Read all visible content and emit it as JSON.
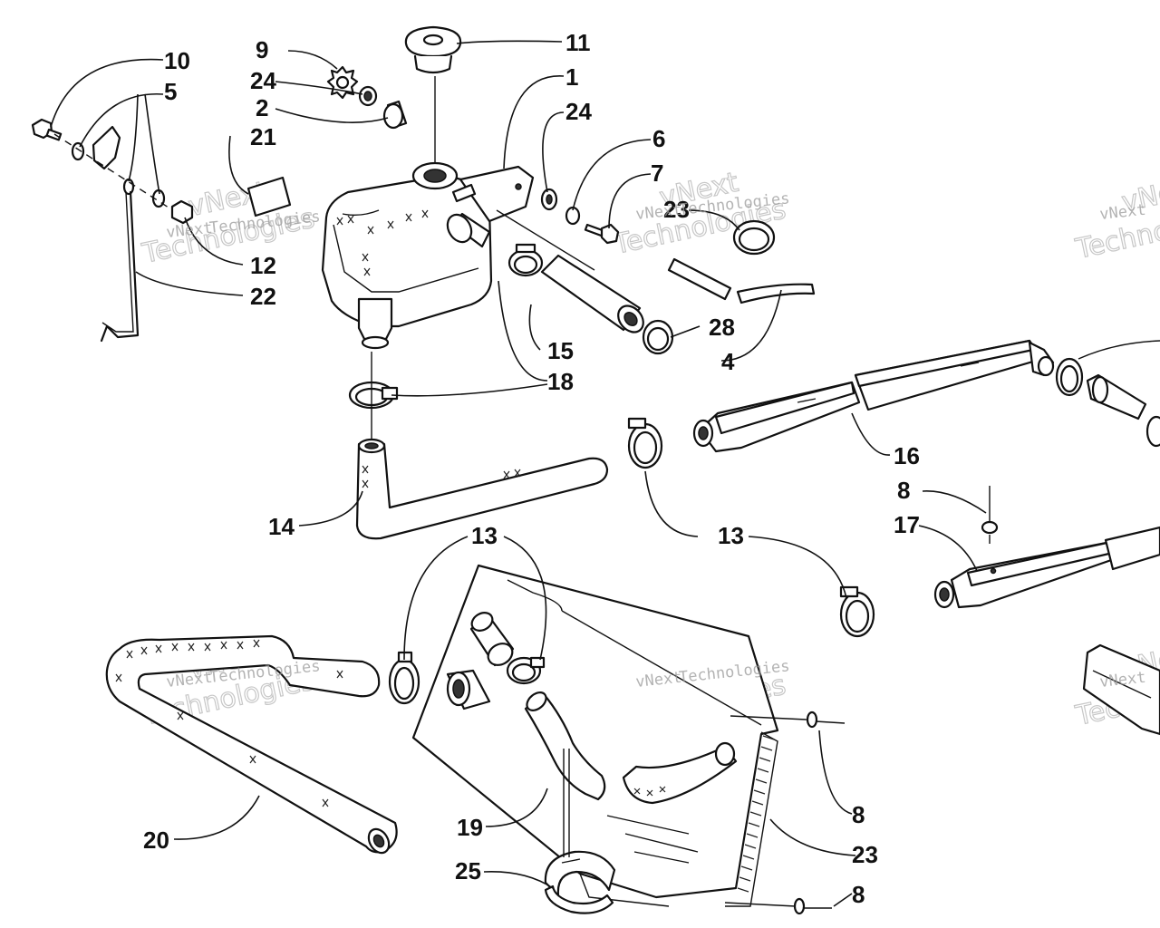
{
  "diagram": {
    "callouts": [
      "10",
      "5",
      "9",
      "24",
      "2",
      "21",
      "11",
      "1",
      "24",
      "6",
      "7",
      "23",
      "12",
      "22",
      "15",
      "28",
      "4",
      "18",
      "16",
      "8",
      "17",
      "14",
      "13",
      "13",
      "19",
      "20",
      "25",
      "23",
      "8",
      "8"
    ]
  },
  "watermarks": [
    {
      "line1": "vNext",
      "line2": "Technologies"
    },
    {
      "line1": "vNext",
      "line2": "Technologies"
    },
    {
      "line1": "vNext",
      "line2": "Technologies"
    },
    {
      "line1": "vNext",
      "line2": "Technologies"
    },
    {
      "line1": "vNext",
      "line2": "Technologies"
    },
    {
      "line1": "vNext",
      "line2": "Technologies"
    }
  ]
}
